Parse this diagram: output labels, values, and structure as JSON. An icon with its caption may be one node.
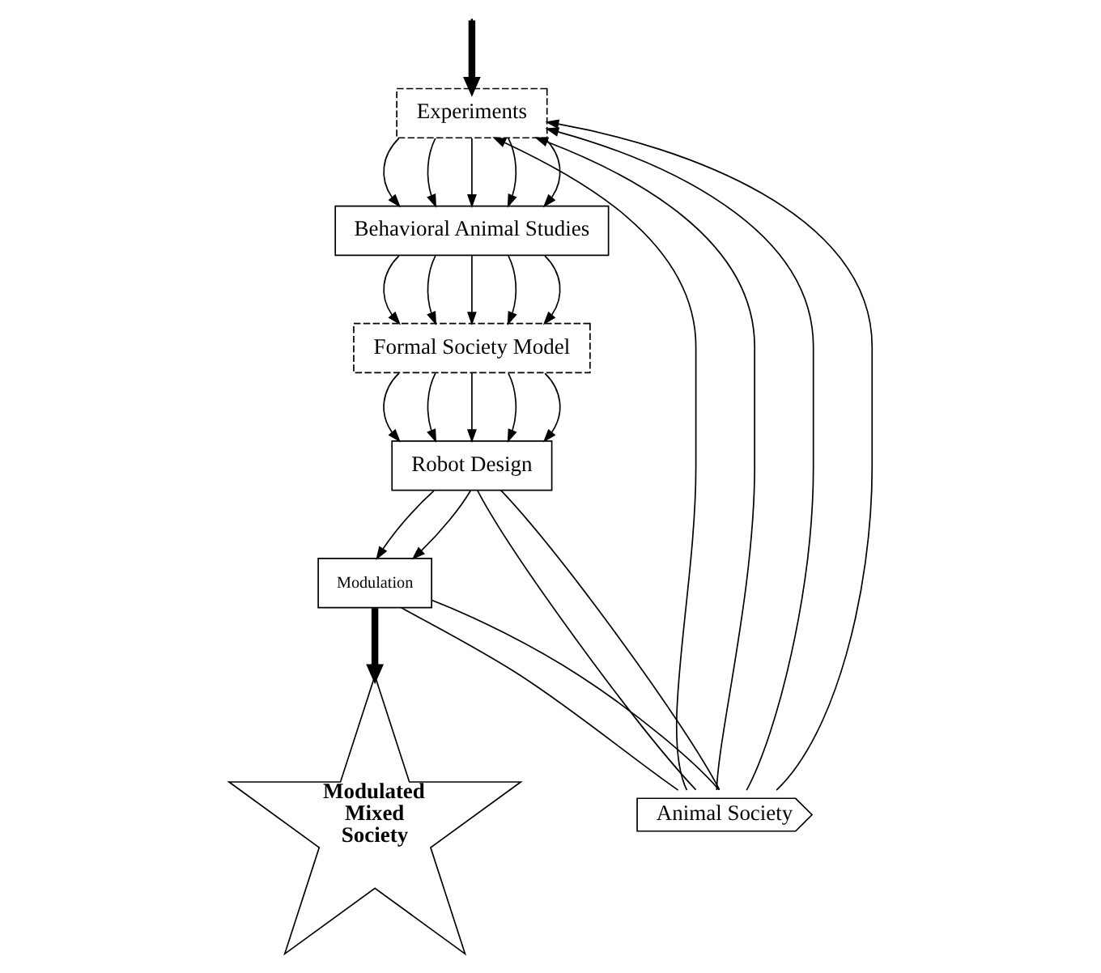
{
  "diagram": {
    "nodes": [
      {
        "text": [
          "Experiments"
        ]
      },
      {
        "text": [
          "Behavioral Animal Studies"
        ]
      },
      {
        "text": [
          "Formal Society Model"
        ]
      },
      {
        "text": [
          "Robot Design"
        ]
      },
      {
        "text": [
          "Modulation"
        ]
      },
      {
        "text": [
          "Animal Society"
        ]
      },
      {
        "text": [
          "Modulated Mixed Society"
        ]
      }
    ],
    "edges": [
      {
        "from": null,
        "to": 0,
        "arrow": "to",
        "style": "thick"
      },
      {
        "from": 0,
        "to": 1,
        "arrow": "to"
      },
      {
        "from": 0,
        "to": 1,
        "arrow": "to"
      },
      {
        "from": 0,
        "to": 1,
        "arrow": "to"
      },
      {
        "from": 0,
        "to": 1,
        "arrow": "to"
      },
      {
        "from": 0,
        "to": 1,
        "arrow": "to"
      },
      {
        "from": 1,
        "to": 2,
        "arrow": "to"
      },
      {
        "from": 1,
        "to": 2,
        "arrow": "to"
      },
      {
        "from": 1,
        "to": 2,
        "arrow": "to"
      },
      {
        "from": 1,
        "to": 2,
        "arrow": "to"
      },
      {
        "from": 1,
        "to": 2,
        "arrow": "to"
      },
      {
        "from": 2,
        "to": 3,
        "arrow": "to"
      },
      {
        "from": 2,
        "to": 3,
        "arrow": "to"
      },
      {
        "from": 2,
        "to": 3,
        "arrow": "to"
      },
      {
        "from": 2,
        "to": 3,
        "arrow": "to"
      },
      {
        "from": 2,
        "to": 3,
        "arrow": "to"
      },
      {
        "from": 3,
        "to": 4,
        "arrow": "to"
      },
      {
        "from": 3,
        "to": 4,
        "arrow": "to"
      },
      {
        "from": 3,
        "to": 5,
        "arrow": "none"
      },
      {
        "from": 3,
        "to": 5,
        "arrow": "none"
      },
      {
        "from": 4,
        "to": 5,
        "arrow": "none"
      },
      {
        "from": 4,
        "to": 5,
        "arrow": "none"
      },
      {
        "from": 5,
        "to": 0,
        "arrow": "to"
      },
      {
        "from": 5,
        "to": 0,
        "arrow": "to"
      },
      {
        "from": 5,
        "to": 0,
        "arrow": "to"
      },
      {
        "from": 5,
        "to": 0,
        "arrow": "to"
      },
      {
        "from": 4,
        "to": 6,
        "arrow": "to",
        "style": "thick"
      }
    ]
  }
}
